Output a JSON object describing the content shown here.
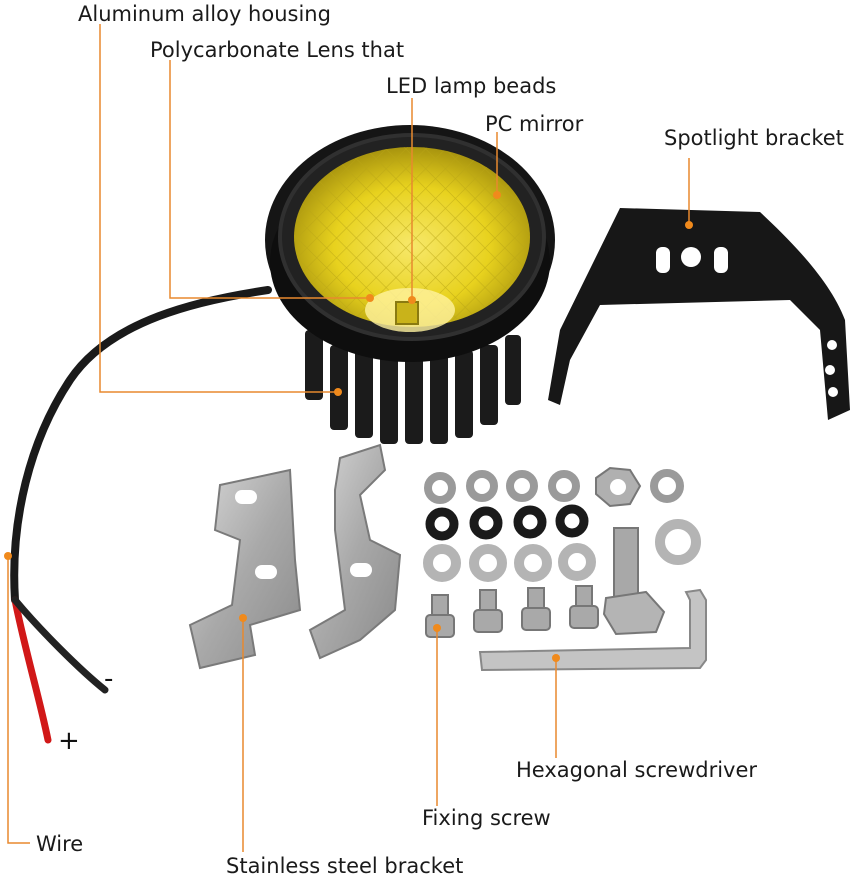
{
  "labels": {
    "housing": "Aluminum alloy housing",
    "lens": "Polycarbonate Lens that",
    "beads": "LED lamp beads",
    "mirror": "PC mirror",
    "spot_bracket": "Spotlight bracket",
    "wire": "Wire",
    "steel_bracket": "Stainless steel bracket",
    "fixing_screw": "Fixing screw",
    "hex_driver": "Hexagonal screwdriver",
    "minus": "-",
    "plus": "+"
  },
  "colors": {
    "leader": "#e8892e",
    "dot": "#f08a1c",
    "lens_yellow": "#e8d21e",
    "body_black": "#151515",
    "steel": "#b9b9b9"
  }
}
